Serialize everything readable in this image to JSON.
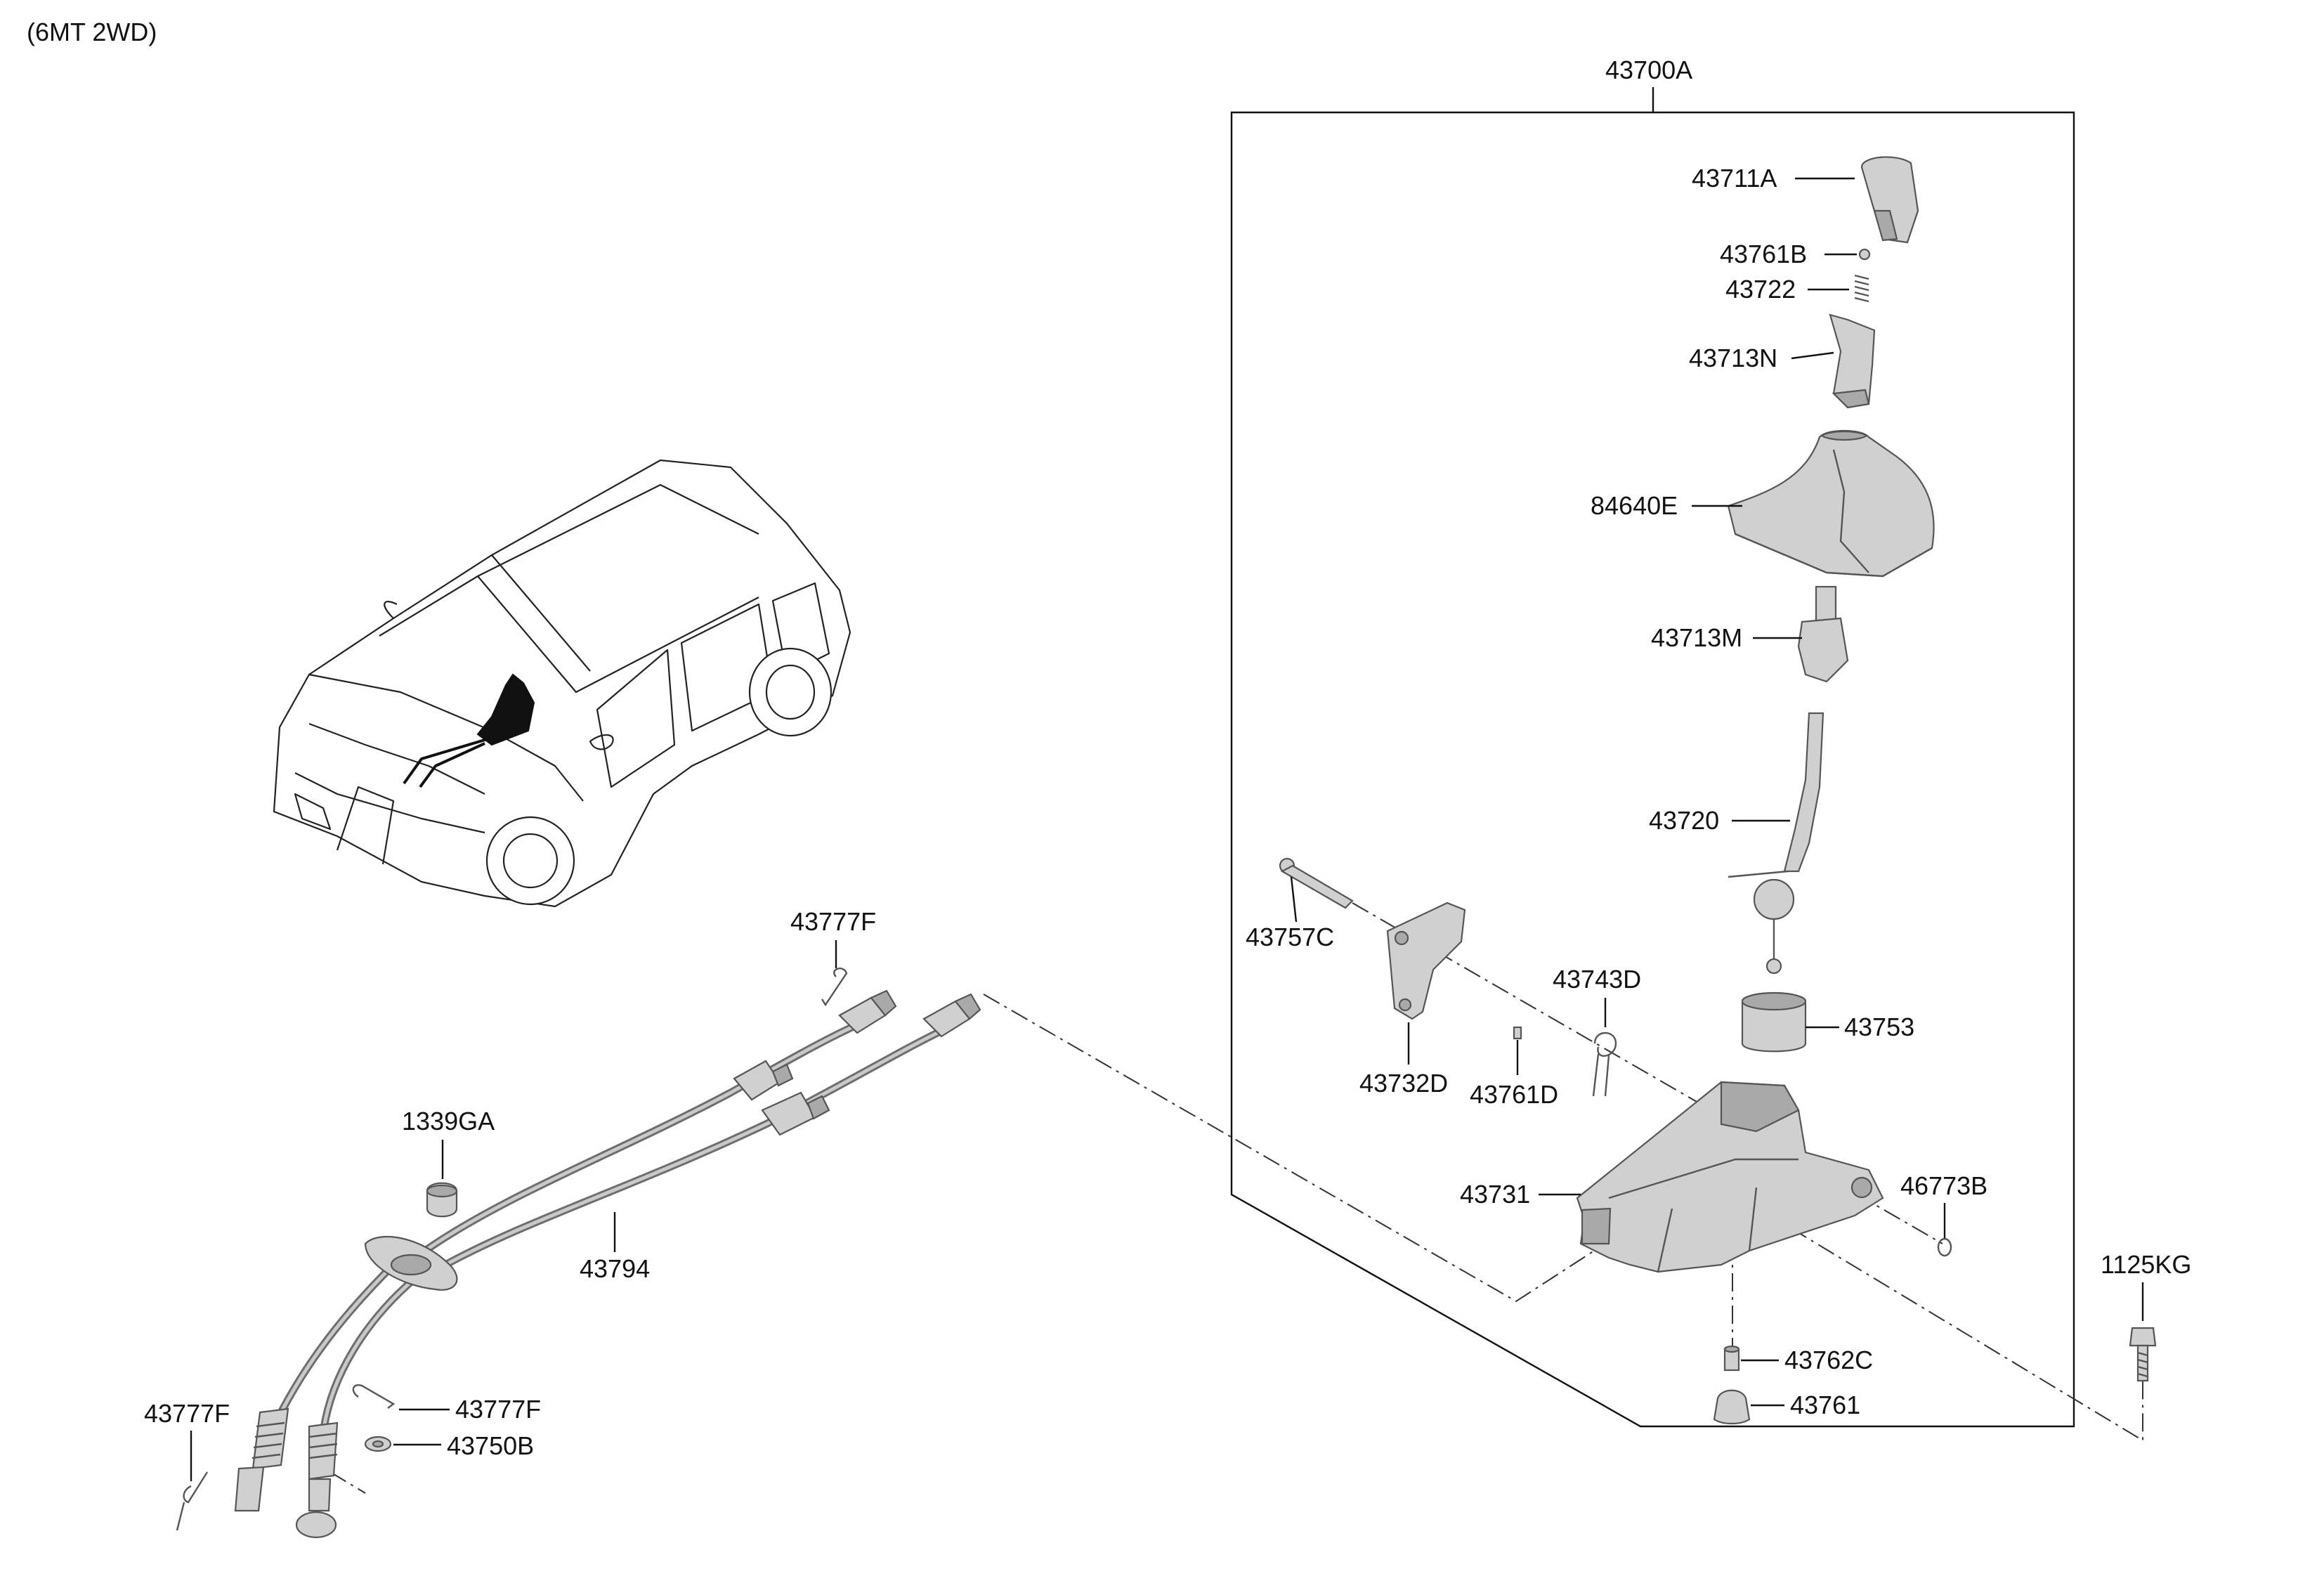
{
  "header": {
    "variant": "(6MT 2WD)"
  },
  "assembly": {
    "label": "43700A"
  },
  "parts": {
    "p43711A": "43711A",
    "p43761B": "43761B",
    "p43722": "43722",
    "p43713N": "43713N",
    "p84640E": "84640E",
    "p43713M": "43713M",
    "p43720": "43720",
    "p43757C": "43757C",
    "p43743D": "43743D",
    "p43753": "43753",
    "p43732D": "43732D",
    "p43761D": "43761D",
    "p43731": "43731",
    "p46773B": "46773B",
    "p43762C": "43762C",
    "p43761": "43761",
    "p1125KG": "1125KG",
    "p43777F_top": "43777F",
    "p1339GA": "1339GA",
    "p43794": "43794",
    "p43777F_left": "43777F",
    "p43777F_mid": "43777F",
    "p43750B": "43750B"
  }
}
